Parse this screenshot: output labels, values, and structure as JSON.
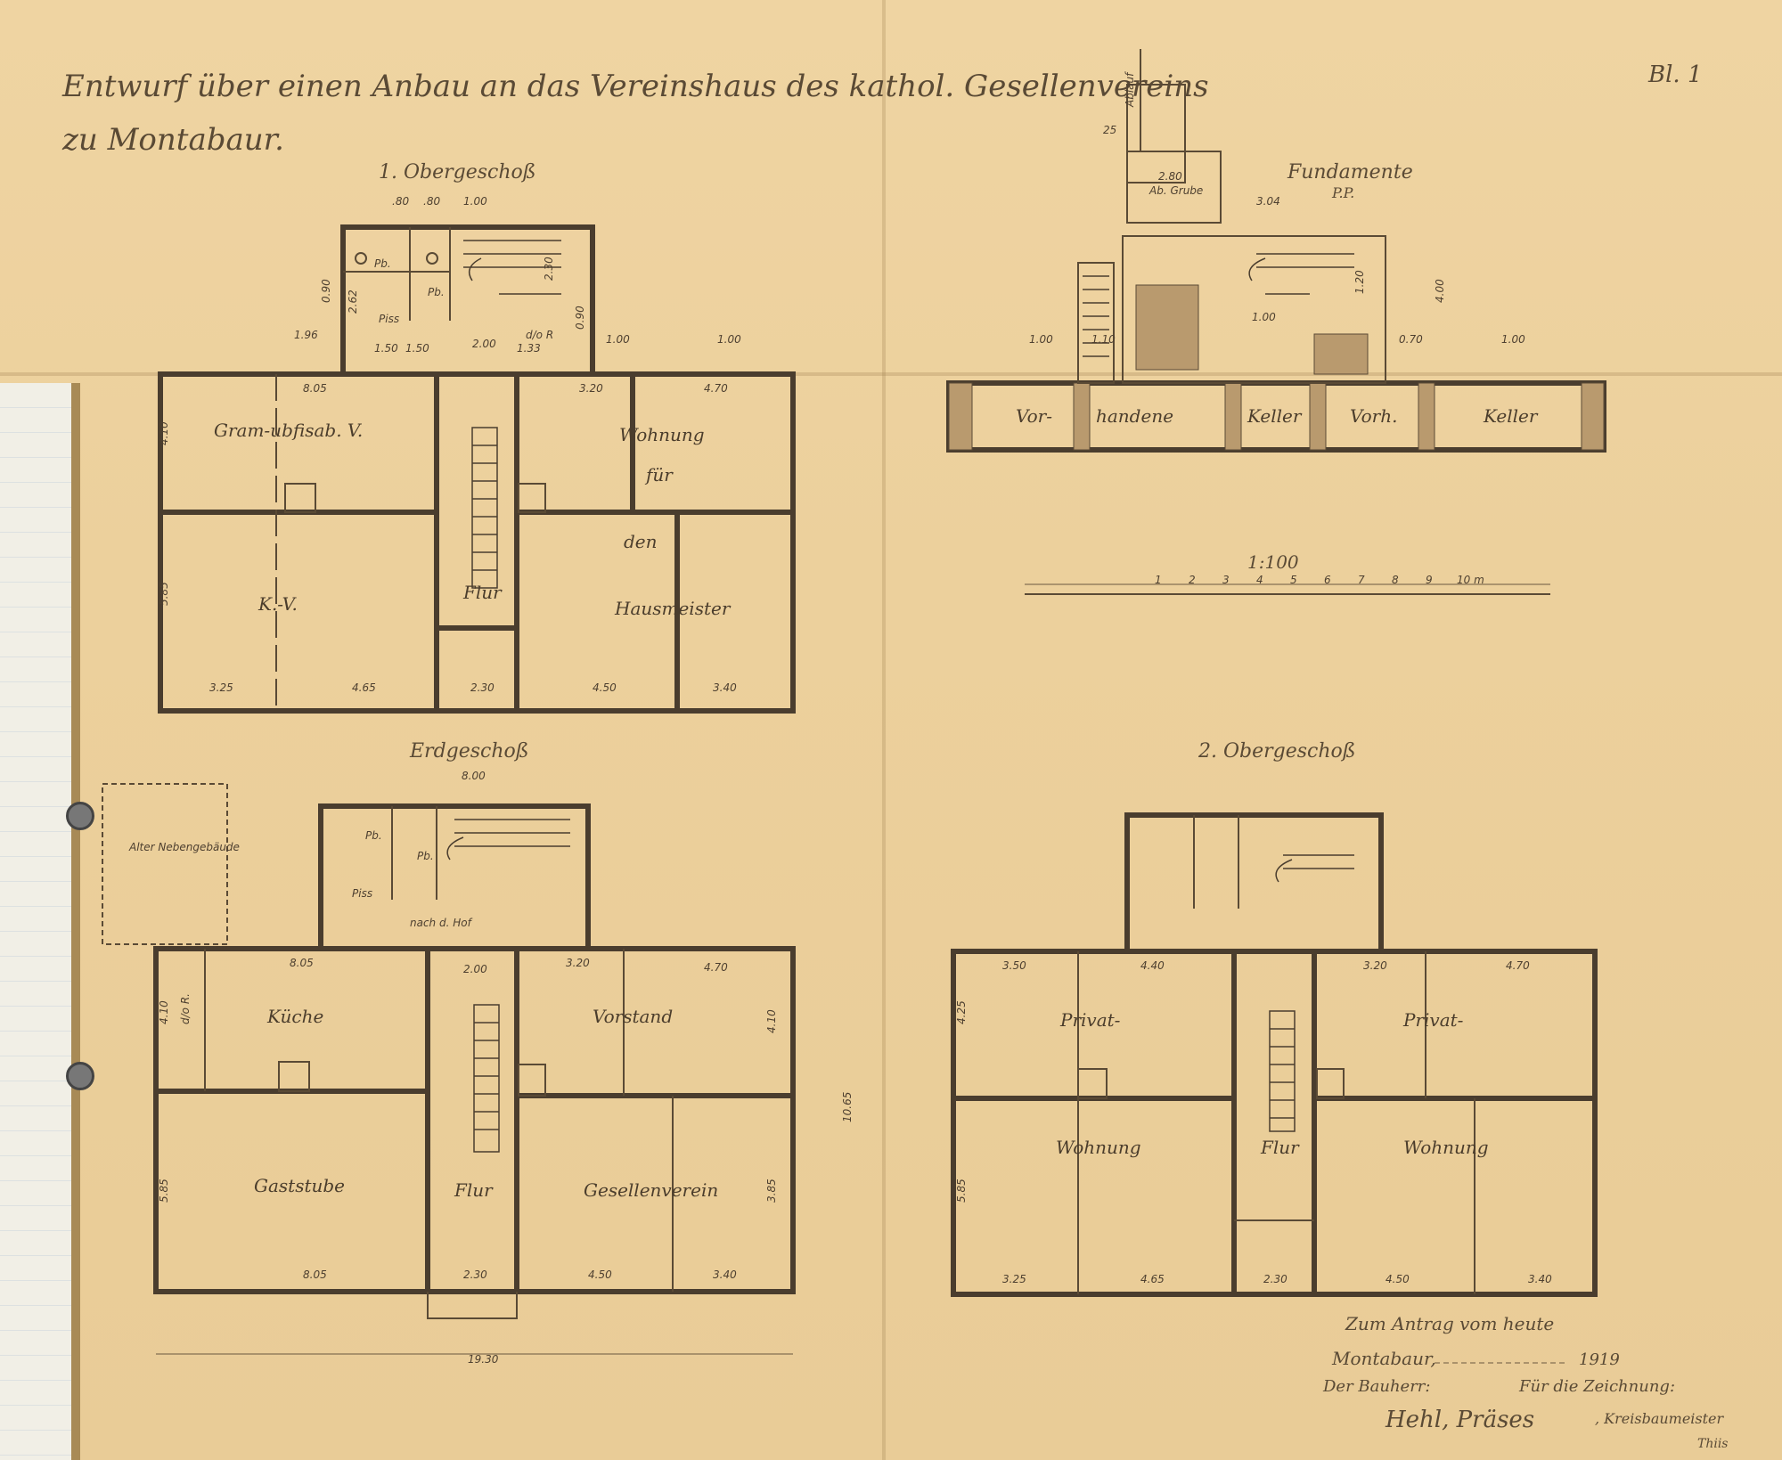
{
  "title": {
    "line1": "Entwurf über einen Anbau an das Vereinshaus des kathol. Gesellenvereins",
    "line2": "zu Montabaur.",
    "sheet_no": "Bl. 1"
  },
  "plans": {
    "first_floor": {
      "heading": "1. Obergeschoß",
      "rooms": [
        "Gram-ubfisab. V.",
        "Wohnung",
        "für",
        "den",
        "Hausmeister",
        "K.-V.",
        "Flur"
      ],
      "dims_top": [
        "8.05",
        "3.20",
        "4.70"
      ],
      "dims_bottom": [
        "3.25",
        "4.65",
        "2.30",
        "4.50",
        "3.40"
      ],
      "dims_side": [
        "4.10",
        "5.85"
      ],
      "annex_dims": [
        "1.00",
        "2.62",
        "2.00",
        "1.50",
        "1.96",
        "1.50",
        "1.33",
        "1.00",
        "2.30",
        "0.90",
        "0.90",
        "1.00",
        ".80",
        ".80"
      ],
      "annex_labels": [
        "Pb.",
        "Pb.",
        "Piss",
        "d/o R"
      ]
    },
    "foundations": {
      "heading": "Fundamente",
      "subheading": "P.P.",
      "labels": [
        "Vor-",
        "handene",
        "Keller",
        "Vorh.",
        "Keller",
        "Ablauf",
        "Ab. Grube"
      ],
      "dims": [
        "2.80",
        "3.04",
        "4.00",
        "1.00",
        "1.10",
        "1.00",
        "0.70",
        "1.00",
        "1.20",
        "25"
      ]
    },
    "scale": {
      "label": "1:100",
      "ticks": [
        "1",
        "2",
        "3",
        "4",
        "5",
        "6",
        "7",
        "8",
        "9",
        "10 m"
      ]
    },
    "ground_floor": {
      "heading": "Erdgeschoß",
      "rooms": [
        "Küche",
        "Vorstand",
        "Gaststube",
        "Gesellenverein",
        "Flur",
        "d/o R."
      ],
      "annex_labels": [
        "Alter Nebengebäude",
        "Pb.",
        "Pb.",
        "Piss",
        "nach d. Hof"
      ],
      "dims_top": [
        "8.05",
        "2.00",
        "3.20",
        "4.70",
        "8.00"
      ],
      "dims_bottom": [
        "8.05",
        "2.30",
        "4.50",
        "3.40"
      ],
      "dims_side": [
        "4.10",
        "5.85",
        "3.85",
        "10.65",
        "4.10"
      ],
      "dims_total": "19.30"
    },
    "second_floor": {
      "heading": "2. Obergeschoß",
      "rooms": [
        "Privat-",
        "Privat-",
        "Wohnung",
        "Wohnung",
        "Flur"
      ],
      "dims_top": [
        "3.50",
        "4.40",
        "3.20",
        "4.70"
      ],
      "dims_bottom": [
        "3.25",
        "4.65",
        "2.30",
        "4.50",
        "3.40"
      ],
      "dims_side": [
        "4.25",
        "5.85"
      ]
    }
  },
  "signature": {
    "line1": "Zum Antrag vom heute",
    "place": "Montabaur,",
    "year": "1919",
    "builder_label": "Der Bauherr:",
    "drawing_label": "Für die Zeichnung:",
    "builder_sig": "Hehl, Präses",
    "office": ", Kreisbaumeister",
    "initials": "Thiis"
  },
  "colors": {
    "paper": "#ecd09c",
    "ink": "#4a3d2e"
  }
}
